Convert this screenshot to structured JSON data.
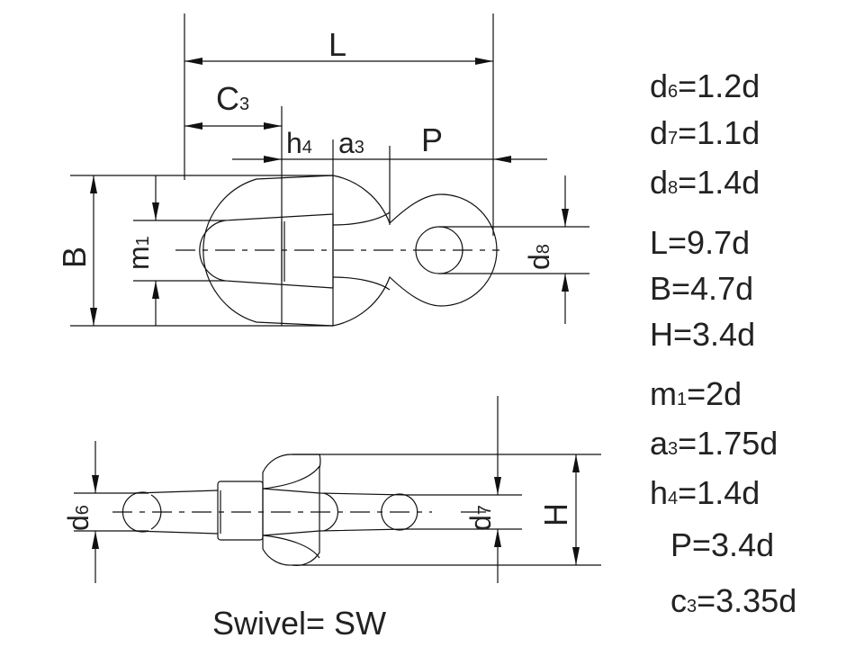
{
  "title": "Swivel= SW",
  "dimension_labels": {
    "L": "L",
    "C3": "C",
    "C3_sub": "3",
    "h4": "h",
    "h4_sub": "4",
    "a3": "a",
    "a3_sub": "3",
    "P": "P",
    "B": "B",
    "m1": "m",
    "m1_sub": "1",
    "d8": "d",
    "d8_sub": "8",
    "d6": "d",
    "d6_sub": "6",
    "d7": "d",
    "d7_sub": "7",
    "H": "H"
  },
  "formulas": [
    {
      "sym": "d",
      "sub": "6",
      "expr": "=1.2d"
    },
    {
      "sym": "d",
      "sub": "7",
      "expr": "=1.1d"
    },
    {
      "sym": "d",
      "sub": "8",
      "expr": "=1.4d"
    },
    {
      "sym": "L",
      "sub": "",
      "expr": "=9.7d"
    },
    {
      "sym": "B",
      "sub": "",
      "expr": "=4.7d"
    },
    {
      "sym": "H",
      "sub": "",
      "expr": "=3.4d"
    },
    {
      "sym": "m",
      "sub": "1",
      "expr": "=2d"
    },
    {
      "sym": "a",
      "sub": "3",
      "expr": "=1.75d"
    },
    {
      "sym": "h",
      "sub": "4",
      "expr": "=1.4d"
    },
    {
      "sym": "P",
      "sub": "",
      "expr": "=3.4d"
    },
    {
      "sym": "c",
      "sub": "3",
      "expr": "=3.35d"
    }
  ]
}
